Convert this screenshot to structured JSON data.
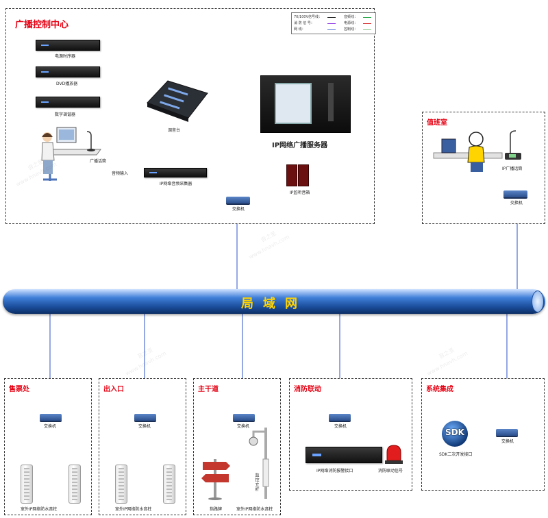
{
  "control_center": {
    "title": "广播控制中心",
    "devices": {
      "power_sequencer": "电源时序器",
      "dvd_player": "DVD播放器",
      "digital_tuner": "数字调谐器",
      "mixer": "调音台",
      "paging_mic": "广播话筒",
      "server": "IP网络广播服务器",
      "audio_input": "音频输入",
      "ip_capture": "IP网络音频采集器",
      "monitor_speaker": "IP监听音箱",
      "switch": "交换机"
    }
  },
  "legend": {
    "items": [
      {
        "label": "70/100V信号线：",
        "color": "#222222"
      },
      {
        "label": "音频线：",
        "color": "#29a84a"
      },
      {
        "label": "消 防 信 号：",
        "color": "#8a2be2"
      },
      {
        "label": "电源线：",
        "color": "#d62020"
      },
      {
        "label": "网    线：",
        "color": "#4d6fd1"
      },
      {
        "label": "控制线：",
        "color": "#7fc07f"
      }
    ]
  },
  "duty_room": {
    "title": "值班室",
    "paging_mic": "IP广播话筒",
    "switch": "交换机"
  },
  "lan": {
    "label": "局域网"
  },
  "zones": {
    "ticket": {
      "title": "售票处",
      "switch": "交换机",
      "speakers": "室外IP网络防水音柱"
    },
    "entrance": {
      "title": "出入口",
      "switch": "交换机",
      "speakers": "室外IP网络防水音柱"
    },
    "main_road": {
      "title": "主干道",
      "switch": "交换机",
      "sign": "指路牌",
      "monitor_pole": "监控立杆",
      "speakers": "室外IP网络防水音柱"
    },
    "fire": {
      "title": "消防联动",
      "switch": "交换机",
      "alarm_box": "IP网络消防报警接口",
      "alarm_signal": "消防联动信号"
    },
    "integration": {
      "title": "系统集成",
      "sdk": "SDK二次开发接口",
      "sdk_logo": "SDK",
      "switch": "交换机"
    }
  },
  "watermark": {
    "cn": "音之圣",
    "url": "www.hnavh.com"
  }
}
